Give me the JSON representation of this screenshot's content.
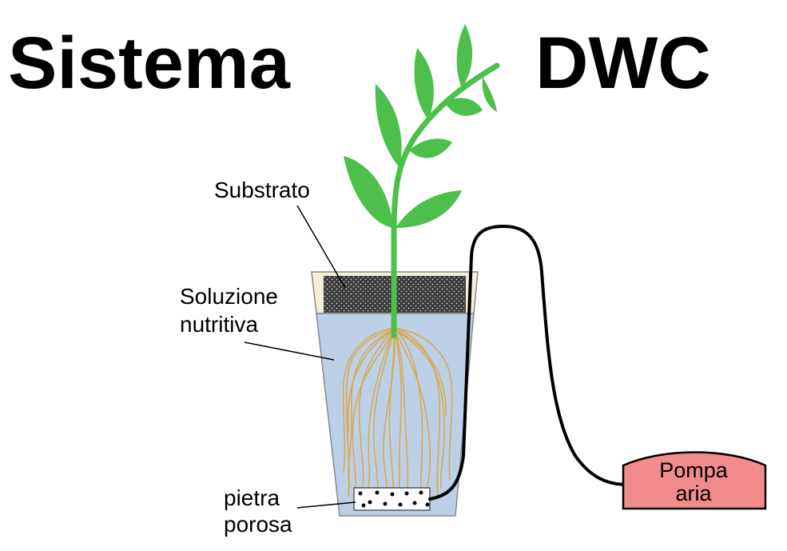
{
  "title": {
    "left": "Sistema",
    "right": "DWC"
  },
  "labels": {
    "substrate": "Substrato",
    "solution_line1": "Soluzione",
    "solution_line2": "nutritiva",
    "stone_line1": "pietra",
    "stone_line2": "porosa",
    "pump_line1": "Pompa",
    "pump_line2": "aria"
  },
  "colors": {
    "leaf": "#4cc04a",
    "stem": "#4cc04a",
    "water": "#bcd1e8",
    "substrate": "#3a3a3a",
    "roots": "#d9a84e",
    "pump": "#f28c8c",
    "cup_top": "#f4efd8"
  }
}
